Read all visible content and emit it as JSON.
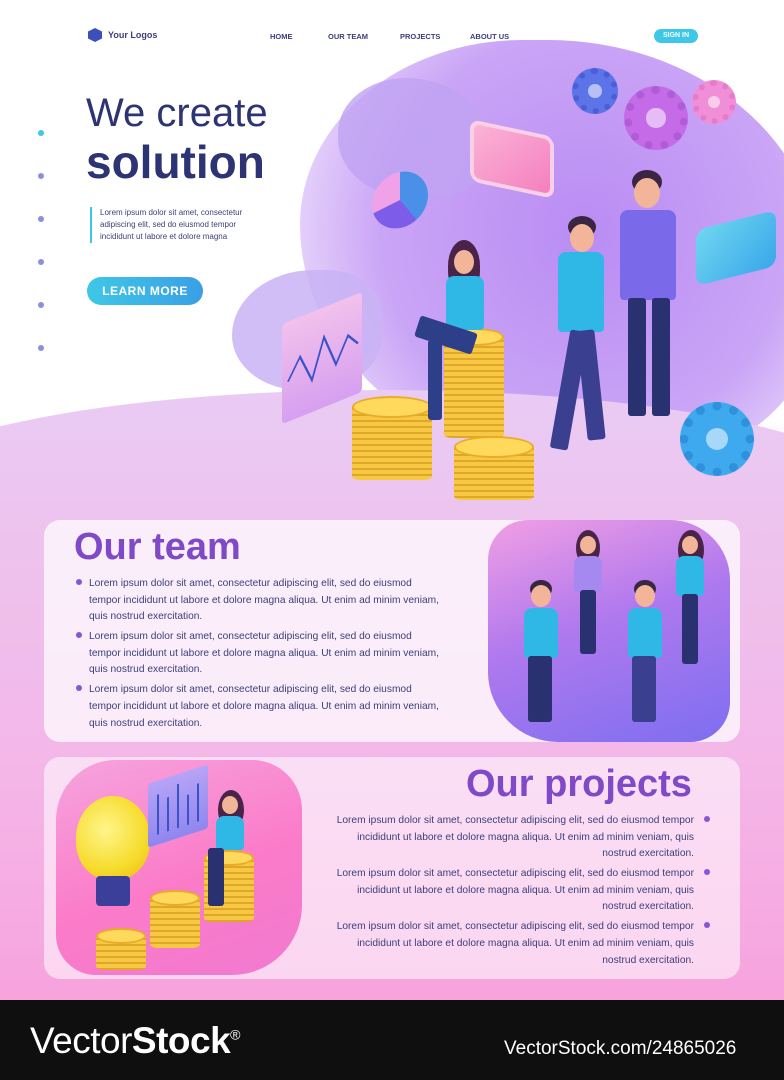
{
  "header": {
    "logo_text": "Your Logos",
    "nav": [
      {
        "label": "HOME"
      },
      {
        "label": "OUR TEAM"
      },
      {
        "label": "PROJECTS"
      },
      {
        "label": "ABOUT US"
      }
    ],
    "signin_label": "SIGN IN"
  },
  "hero": {
    "title_line1": "We create",
    "title_line2": "solution",
    "text": "Lorem ipsum dolor sit amet, consectetur adipiscing elit, sed do eiusmod tempor incididunt ut labore et dolore magna",
    "button_label": "LEARN MORE",
    "slides_active": 1,
    "slides_total": 6
  },
  "team": {
    "title": "Our team",
    "bullets": [
      "Lorem ipsum dolor sit amet, consectetur adipiscing elit, sed do eiusmod tempor incididunt ut labore et dolore magna aliqua. Ut enim ad minim veniam, quis nostrud exercitation.",
      "Lorem ipsum dolor sit amet, consectetur adipiscing elit, sed do eiusmod tempor incididunt ut labore et dolore magna aliqua. Ut enim ad minim veniam, quis nostrud exercitation.",
      "Lorem ipsum dolor sit amet, consectetur adipiscing elit, sed do eiusmod tempor incididunt ut labore et dolore magna aliqua. Ut enim ad minim veniam, quis nostrud exercitation."
    ]
  },
  "projects": {
    "title": "Our projects",
    "bullets": [
      "Lorem ipsum dolor sit amet, consectetur adipiscing elit, sed do eiusmod tempor incididunt ut labore et dolore magna aliqua. Ut enim ad minim veniam, quis nostrud exercitation.",
      "Lorem ipsum dolor sit amet, consectetur adipiscing elit, sed do eiusmod tempor incididunt ut labore et dolore magna aliqua. Ut enim ad minim veniam, quis nostrud exercitation.",
      "Lorem ipsum dolor sit amet, consectetur adipiscing elit, sed do eiusmod tempor incididunt ut labore et dolore magna aliqua. Ut enim ad minim veniam, quis nostrud exercitation."
    ]
  },
  "watermark": {
    "brand_prefix": "Vector",
    "brand_suffix": "Stock",
    "registered": "®",
    "stock_id": "VectorStock.com/24865026"
  },
  "colors": {
    "primary_text": "#2d3473",
    "accent_cyan": "#3ec7e6",
    "heading_purple": "#7f49c7",
    "bullet_purple": "#8357d8"
  },
  "icons": [
    "logo-hexagon-icon",
    "gear-icon",
    "pie-chart-icon",
    "speech-bubble-icon",
    "lightbulb-icon",
    "coin-stack-icon",
    "line-chart-icon"
  ]
}
